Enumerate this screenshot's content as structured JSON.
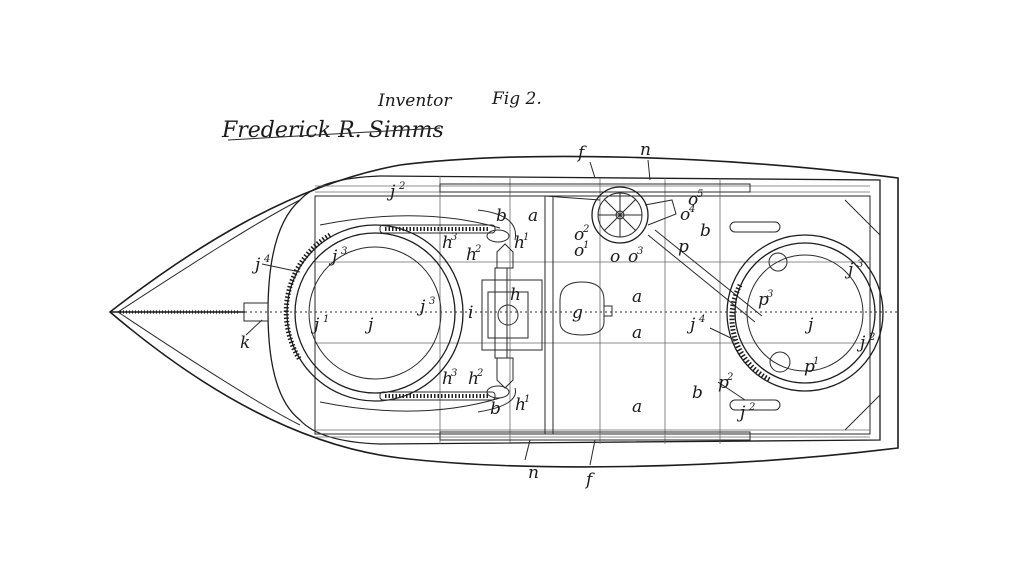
{
  "header": {
    "signature": "Frederick R. Simms",
    "inventor_label": "Inventor",
    "figure_label": "Fig 2."
  },
  "labels": [
    {
      "id": "f_top",
      "base": "f",
      "sup": ""
    },
    {
      "id": "n_top",
      "base": "n",
      "sup": ""
    },
    {
      "id": "j2_top",
      "base": "j",
      "sup": "2"
    },
    {
      "id": "b_top_l",
      "base": "b",
      "sup": ""
    },
    {
      "id": "a_top",
      "base": "a",
      "sup": ""
    },
    {
      "id": "h3_top",
      "base": "h",
      "sup": "3"
    },
    {
      "id": "h1_top",
      "base": "h",
      "sup": "1"
    },
    {
      "id": "h2_top",
      "base": "h",
      "sup": "2"
    },
    {
      "id": "j4_left",
      "base": "j",
      "sup": "4"
    },
    {
      "id": "j3_left",
      "base": "j",
      "sup": "3"
    },
    {
      "id": "o2",
      "base": "o",
      "sup": "2"
    },
    {
      "id": "o1",
      "base": "o",
      "sup": "1"
    },
    {
      "id": "o_mid",
      "base": "o",
      "sup": ""
    },
    {
      "id": "o3",
      "base": "o",
      "sup": "3"
    },
    {
      "id": "o5",
      "base": "o",
      "sup": "5"
    },
    {
      "id": "o4",
      "base": "o",
      "sup": "4"
    },
    {
      "id": "p_top",
      "base": "p",
      "sup": ""
    },
    {
      "id": "b_top_r",
      "base": "b",
      "sup": ""
    },
    {
      "id": "j3_right",
      "base": "j",
      "sup": "3"
    },
    {
      "id": "h_mid",
      "base": "h",
      "sup": ""
    },
    {
      "id": "a_mid",
      "base": "a",
      "sup": ""
    },
    {
      "id": "j1_left",
      "base": "j",
      "sup": "1"
    },
    {
      "id": "j_left",
      "base": "j",
      "sup": ""
    },
    {
      "id": "j3_inner",
      "base": "j",
      "sup": "3"
    },
    {
      "id": "i_mid",
      "base": "i",
      "sup": ""
    },
    {
      "id": "g_mid",
      "base": "g",
      "sup": ""
    },
    {
      "id": "a_center",
      "base": "a",
      "sup": ""
    },
    {
      "id": "j4_right",
      "base": "j",
      "sup": "4"
    },
    {
      "id": "p3",
      "base": "p",
      "sup": "3"
    },
    {
      "id": "j_right",
      "base": "j",
      "sup": ""
    },
    {
      "id": "j2_right",
      "base": "j",
      "sup": "2"
    },
    {
      "id": "k",
      "base": "k",
      "sup": ""
    },
    {
      "id": "h3_bot",
      "base": "h",
      "sup": "3"
    },
    {
      "id": "h2_bot",
      "base": "h",
      "sup": "2"
    },
    {
      "id": "p2",
      "base": "p",
      "sup": "2"
    },
    {
      "id": "p1",
      "base": "p",
      "sup": "1"
    },
    {
      "id": "b_bot_l",
      "base": "b",
      "sup": ""
    },
    {
      "id": "h1_bot",
      "base": "h",
      "sup": "1"
    },
    {
      "id": "b_bot_r",
      "base": "b",
      "sup": ""
    },
    {
      "id": "a_bot",
      "base": "a",
      "sup": ""
    },
    {
      "id": "j2_bot",
      "base": "j",
      "sup": "2"
    },
    {
      "id": "n_bot",
      "base": "n",
      "sup": ""
    },
    {
      "id": "f_bot",
      "base": "f",
      "sup": ""
    }
  ]
}
